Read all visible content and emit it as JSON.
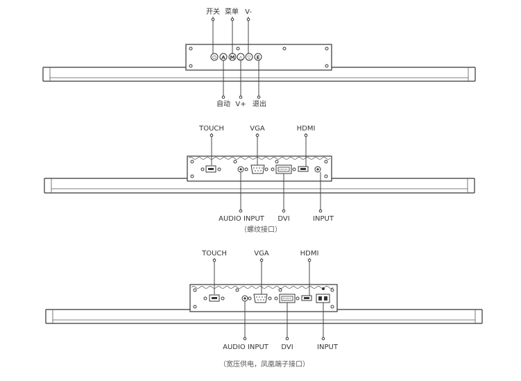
{
  "view1": {
    "labels_top": {
      "power": "开关",
      "menu": "菜单",
      "vminus": "V-"
    },
    "labels_bottom": {
      "auto": "自动",
      "vplus": "V+",
      "exit": "退出"
    },
    "button_glyphs": {
      "power": "⏻",
      "auto": "A",
      "menu": "M",
      "up": "△",
      "down": "▽",
      "exit": "E"
    }
  },
  "view2": {
    "labels_top": {
      "touch": "TOUCH",
      "vga": "VGA",
      "hdmi": "HDMI"
    },
    "labels_bottom": {
      "audio": "AUDIO INPUT",
      "dvi": "DVI",
      "input": "INPUT"
    },
    "caption": "（螺纹接口）"
  },
  "view3": {
    "labels_top": {
      "touch": "TOUCH",
      "vga": "VGA",
      "hdmi": "HDMI"
    },
    "labels_bottom": {
      "audio": "AUDIO INPUT",
      "dvi": "DVI",
      "input": "INPUT"
    },
    "caption": "（宽压供电，凤凰端子接口）"
  }
}
